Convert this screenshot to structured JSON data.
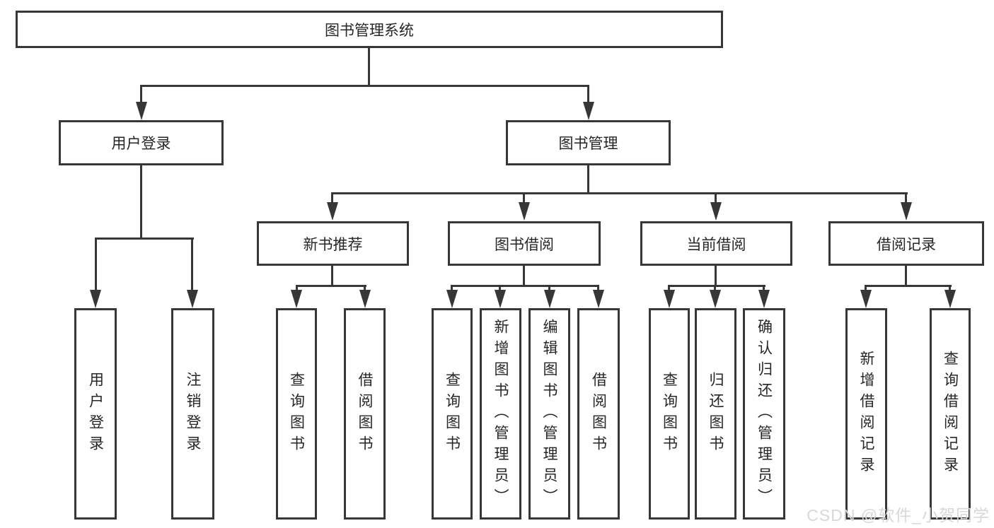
{
  "colors": {
    "line": "#373737",
    "text": "#262626",
    "background": "#ffffff",
    "watermark": "#d8d8d8"
  },
  "watermark": {
    "text": "CSDN @软件_小贺同学"
  },
  "root": {
    "label": "图书管理系统"
  },
  "branches": {
    "user_login": {
      "label": "用户登录",
      "leaves": [
        {
          "label": "用户登录"
        },
        {
          "label": "注销登录"
        }
      ]
    },
    "book_mgmt": {
      "label": "图书管理",
      "groups": {
        "new_books": {
          "label": "新书推荐",
          "leaves": [
            {
              "label": "查询图书"
            },
            {
              "label": "借阅图书"
            }
          ]
        },
        "borrow": {
          "label": "图书借阅",
          "leaves": [
            {
              "label": "查询图书"
            },
            {
              "label": "新增图书（管理员）"
            },
            {
              "label": "编辑图书（管理员）"
            },
            {
              "label": "借阅图书"
            }
          ]
        },
        "current": {
          "label": "当前借阅",
          "leaves": [
            {
              "label": "查询图书"
            },
            {
              "label": "归还图书"
            },
            {
              "label": "确认归还（管理员）"
            }
          ]
        },
        "records": {
          "label": "借阅记录",
          "leaves": [
            {
              "label": "新增借阅记录"
            },
            {
              "label": "查询借阅记录"
            }
          ]
        }
      }
    }
  }
}
